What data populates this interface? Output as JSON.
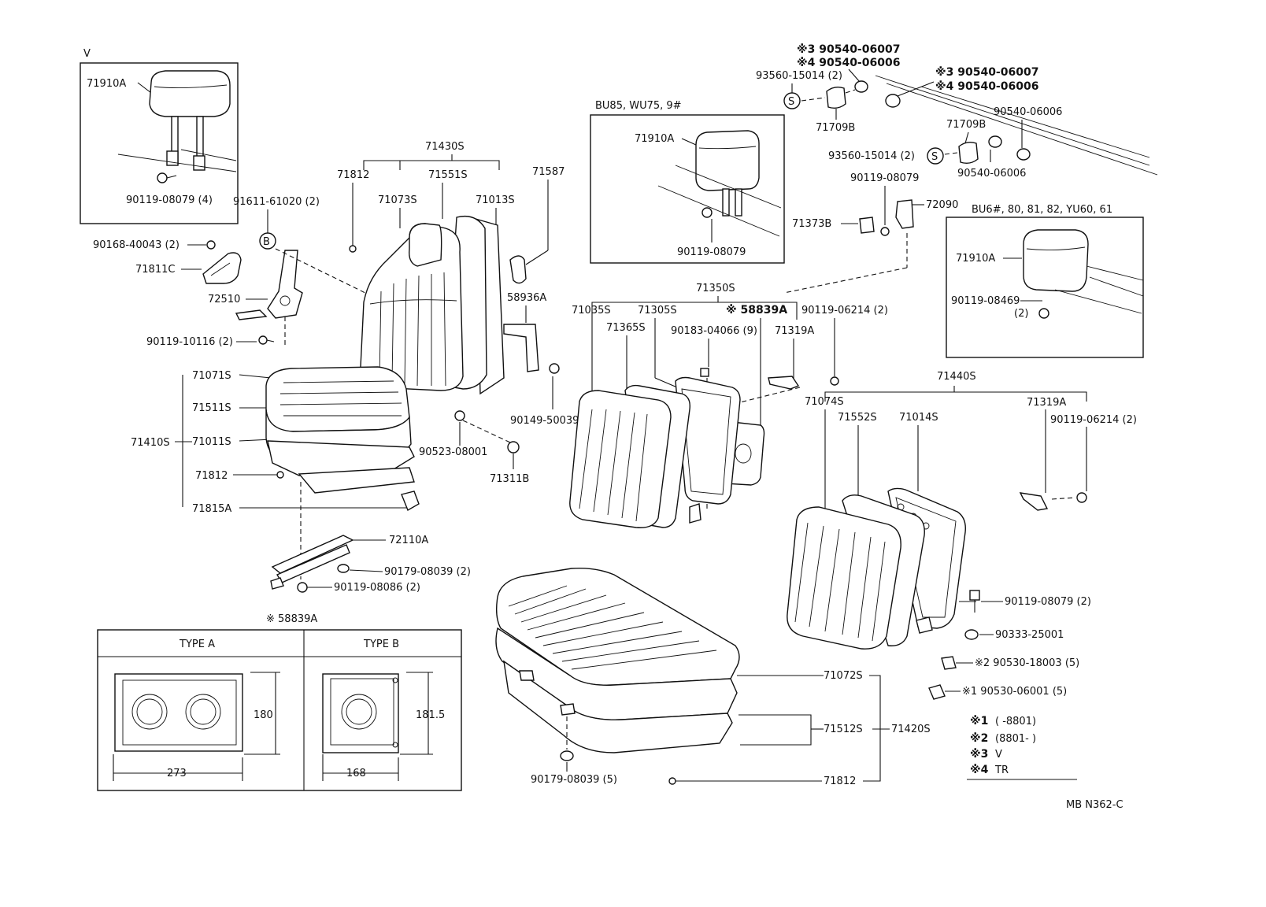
{
  "insets": {
    "v": {
      "tag": "V",
      "headrest": "71910A",
      "bolt": "90119-08079 (4)"
    },
    "bu85": {
      "title": "BU85, WU75, 9#",
      "headrest": "71910A",
      "bolt": "90119-08079"
    },
    "bu6": {
      "title": "BU6#, 80, 81, 82, YU60, 61",
      "headrest": "71910A",
      "bolt": "90119-08469",
      "bolt_qty": "(2)"
    }
  },
  "labels": {
    "p91611": "91611-61020 (2)",
    "p90168": "90168-40043 (2)",
    "p71811c": "71811C",
    "p72510": "72510",
    "p90119_10116": "90119-10116 (2)",
    "p71430s": "71430S",
    "p71812a": "71812",
    "p71551s": "71551S",
    "p71587": "71587",
    "p71073s": "71073S",
    "p71013s": "71013S",
    "p58936a": "58936A",
    "p90149": "90149-50039",
    "p90523": "90523-08001",
    "p71311b": "71311B",
    "p71071s": "71071S",
    "p71511s": "71511S",
    "p71410s": "71410S",
    "p71011s": "71011S",
    "p71812b": "71812",
    "p71815a": "71815A",
    "p72110a": "72110A",
    "p90179_a": "90179-08039 (2)",
    "p90119_08086": "90119-08086 (2)",
    "p3a": "※3 90540-06007",
    "p4a": "※4 90540-06006",
    "p93560_a": "93560-15014 (2)",
    "p3b": "※3 90540-06007",
    "p4b": "※4 90540-06006",
    "p71709b_a": "71709B",
    "p90540_c": "90540-06006",
    "p71709b_b": "71709B",
    "p93560_b": "93560-15014 (2)",
    "p90540_d": "90540-06006",
    "p90119_08079": "90119-08079",
    "p72090": "72090",
    "p71373b": "71373B",
    "p71350s": "71350S",
    "p71035s": "71035S",
    "p71305s": "71305S",
    "p58839a": "※ 58839A",
    "p90119_06214a": "90119-06214 (2)",
    "p71365s": "71365S",
    "p90183": "90183-04066 (9)",
    "p71319a_a": "71319A",
    "p71440s": "71440S",
    "p71074s": "71074S",
    "p71552s": "71552S",
    "p71014s": "71014S",
    "p71319a_b": "71319A",
    "p90119_06214b": "90119-06214 (2)",
    "p90119_08079b": "90119-08079 (2)",
    "p90333": "90333-25001",
    "p90530_18003": "※2 90530-18003 (5)",
    "p90530_06001": "※1 90530-06001 (5)",
    "p71072s": "71072S",
    "p71512s": "71512S",
    "p71420s": "71420S",
    "p71812c": "71812",
    "p90179_b": "90179-08039 (5)",
    "circle_b": "B",
    "circle_s": "S"
  },
  "type_table": {
    "title": "※ 58839A",
    "type_a": "TYPE A",
    "type_b": "TYPE B",
    "a_height": "180",
    "a_width": "273",
    "b_height": "181.5",
    "b_width": "168"
  },
  "legend": [
    {
      "mark": "※1",
      "text": "(        -8801)"
    },
    {
      "mark": "※2",
      "text": "(8801-          )"
    },
    {
      "mark": "※3",
      "text": "V"
    },
    {
      "mark": "※4",
      "text": "TR"
    }
  ],
  "footer_code": "MB N362-C"
}
